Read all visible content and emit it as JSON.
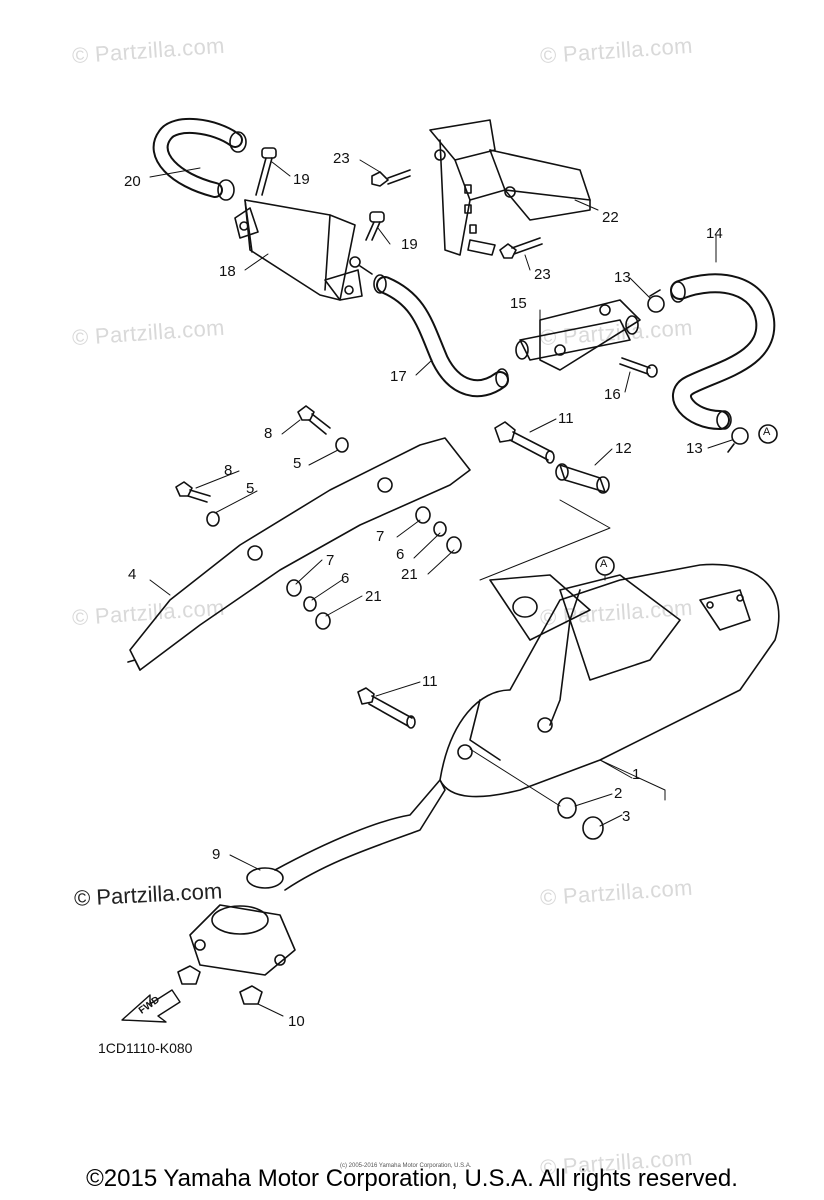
{
  "watermarks": [
    "© Partzilla.com",
    "© Partzilla.com",
    "© Partzilla.com",
    "© Partzilla.com",
    "© Partzilla.com",
    "© Partzilla.com",
    "© Partzilla.com",
    "© Partzilla.com"
  ],
  "watermark_dark": "© Partzilla.com",
  "callouts": [
    "1",
    "2",
    "3",
    "4",
    "5",
    "5",
    "6",
    "6",
    "7",
    "7",
    "8",
    "8",
    "9",
    "10",
    "11",
    "11",
    "12",
    "13",
    "13",
    "14",
    "15",
    "16",
    "17",
    "18",
    "19",
    "19",
    "20",
    "21",
    "21",
    "22",
    "23",
    "23"
  ],
  "ref_marks": [
    "A",
    "A"
  ],
  "fwd_label": "FWD",
  "diagram_code": "1CD1110-K080",
  "tiny_notice": "(c) 2005-2016 Yamaha Motor Corporation, U.S.A.",
  "copyright": "©2015 Yamaha Motor Corporation, U.S.A. All rights reserved."
}
